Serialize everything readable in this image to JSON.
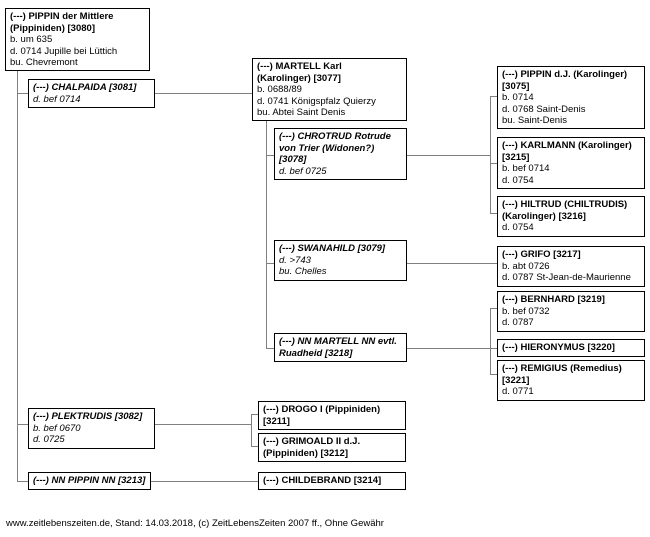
{
  "meta": {
    "footer": "www.zeitlebenszeiten.de, Stand: 14.03.2018, (c) ZeitLebensZeiten 2007 ff., Ohne Gewähr",
    "line_color": "#808080",
    "border_color": "#000000",
    "background": "#ffffff"
  },
  "nodes": {
    "pippin_mittlere": {
      "name": "(---) PIPPIN der Mittlere",
      "line2": "(Pippiniden) [3080]",
      "birth": "b. um 635",
      "death": "d. 0714 Jupille bei Lüttich",
      "burial": "bu.  Chevremont"
    },
    "chalpaida": {
      "name": "(---) CHALPAIDA [3081]",
      "death": "d. bef 0714"
    },
    "martell_karl": {
      "name": "(---) MARTELL Karl",
      "line2": "(Karolinger) [3077]",
      "birth": "b. 0688/89",
      "death": "d. 0741 Königspfalz Quierzy",
      "burial": "bu.  Abtei Saint Denis"
    },
    "chrotrud": {
      "name": "(---) CHROTRUD Rotrude",
      "line2": "von Trier (Widonen?)",
      "line3": "[3078]",
      "death": "d. bef 0725"
    },
    "swanahild": {
      "name": "(---) SWANAHILD [3079]",
      "death": "d. >743",
      "burial": "bu.  Chelles"
    },
    "nn_martell": {
      "name": "(---) NN MARTELL NN evtl.",
      "line2": "Ruadheid [3218]"
    },
    "pippin_dj": {
      "name": "(---) PIPPIN d.J. (Karolinger)",
      "line2": "[3075]",
      "birth": "b. 0714",
      "death": "d. 0768 Saint-Denis",
      "burial": "bu.  Saint-Denis"
    },
    "karlmann": {
      "name": "(---) KARLMANN (Karolinger)",
      "line2": "[3215]",
      "birth": "b. bef 0714",
      "death": "d. 0754"
    },
    "hiltrud": {
      "name": "(---) HILTRUD (CHILTRUDIS)",
      "line2": "(Karolinger) [3216]",
      "death": "d. 0754"
    },
    "grifo": {
      "name": "(---) GRIFO [3217]",
      "birth": "b. abt 0726",
      "death": "d. 0787 St-Jean-de-Maurienne"
    },
    "bernhard": {
      "name": "(---) BERNHARD [3219]",
      "birth": "b. bef 0732",
      "death": "d. 0787"
    },
    "hieronymus": {
      "name": "(---) HIERONYMUS [3220]"
    },
    "remigius": {
      "name": "(---) REMIGIUS (Remedius)",
      "line2": "[3221]",
      "death": "d. 0771"
    },
    "plektrudis": {
      "name": "(---) PLEKTRUDIS [3082]",
      "birth": "b. bef 0670",
      "death": "d. 0725"
    },
    "drogo": {
      "name": "(---) DROGO I (Pippiniden)",
      "line2": "[3211]"
    },
    "grimoald": {
      "name": "(---) GRIMOALD II d.J.",
      "line2": "(Pippiniden) [3212]"
    },
    "nn_pippin": {
      "name": "(---) NN PIPPIN NN [3213]"
    },
    "childebrand": {
      "name": "(---) CHILDEBRAND [3214]"
    }
  }
}
